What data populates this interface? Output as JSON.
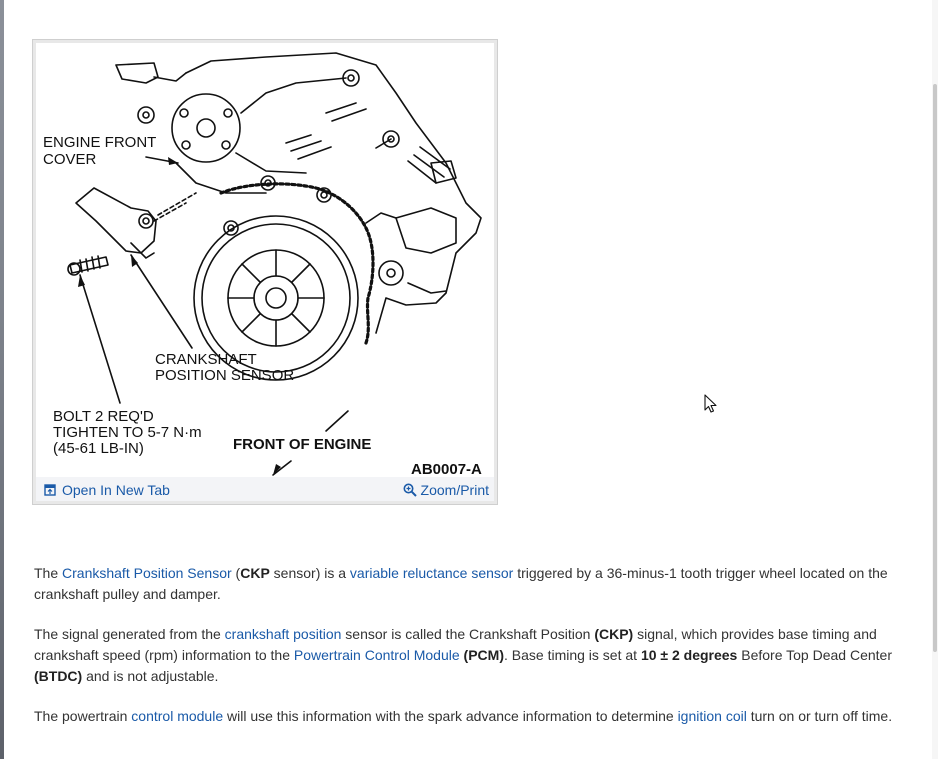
{
  "figure": {
    "labels": {
      "front_cover_1": "ENGINE FRONT",
      "front_cover_2": "COVER",
      "sensor_1": "CRANKSHAFT",
      "sensor_2": "POSITION SENSOR",
      "bolt_1": "BOLT 2 REQ'D",
      "bolt_2": "TIGHTEN TO 5-7 N·m",
      "bolt_3": "(45-61 LB-IN)",
      "front_of_engine": "FRONT OF ENGINE",
      "code": "AB0007-A"
    },
    "open_tab_label": "Open In New Tab",
    "zoom_label": "Zoom/Print"
  },
  "article": {
    "p1": {
      "t1": "The ",
      "l1": "Crankshaft Position Sensor",
      "t2": " (",
      "b1": "CKP",
      "t3": " sensor) is a ",
      "l2": "variable reluctance sensor",
      "t4": " triggered by a 36-minus-1 tooth trigger wheel located on the crankshaft pulley and damper."
    },
    "p2": {
      "t1": "The signal generated from the ",
      "l1": "crankshaft position",
      "t2": " sensor is called the Crankshaft Position ",
      "b1": "(CKP)",
      "t3": " signal, which provides base timing and crankshaft speed (rpm) information to the ",
      "l2": "Powertrain Control Module",
      "t4": " ",
      "b2": "(PCM)",
      "t5": ". Base timing is set at ",
      "b3": "10 ± 2 degrees",
      "t6": " Before Top Dead Center ",
      "b4": "(BTDC)",
      "t7": " and is not adjustable."
    },
    "p3": {
      "t1": "The powertrain ",
      "l1": "control module",
      "t2": " will use this information with the spark advance information to determine ",
      "l2": "ignition coil",
      "t3": " turn on or turn off time."
    }
  },
  "icons": [
    "open-new-tab-icon",
    "zoom-icon",
    "mouse-cursor-icon"
  ],
  "colors": {
    "link": "#1a5aa8",
    "text": "#333333",
    "footer_bg": "#f3f4f7"
  }
}
